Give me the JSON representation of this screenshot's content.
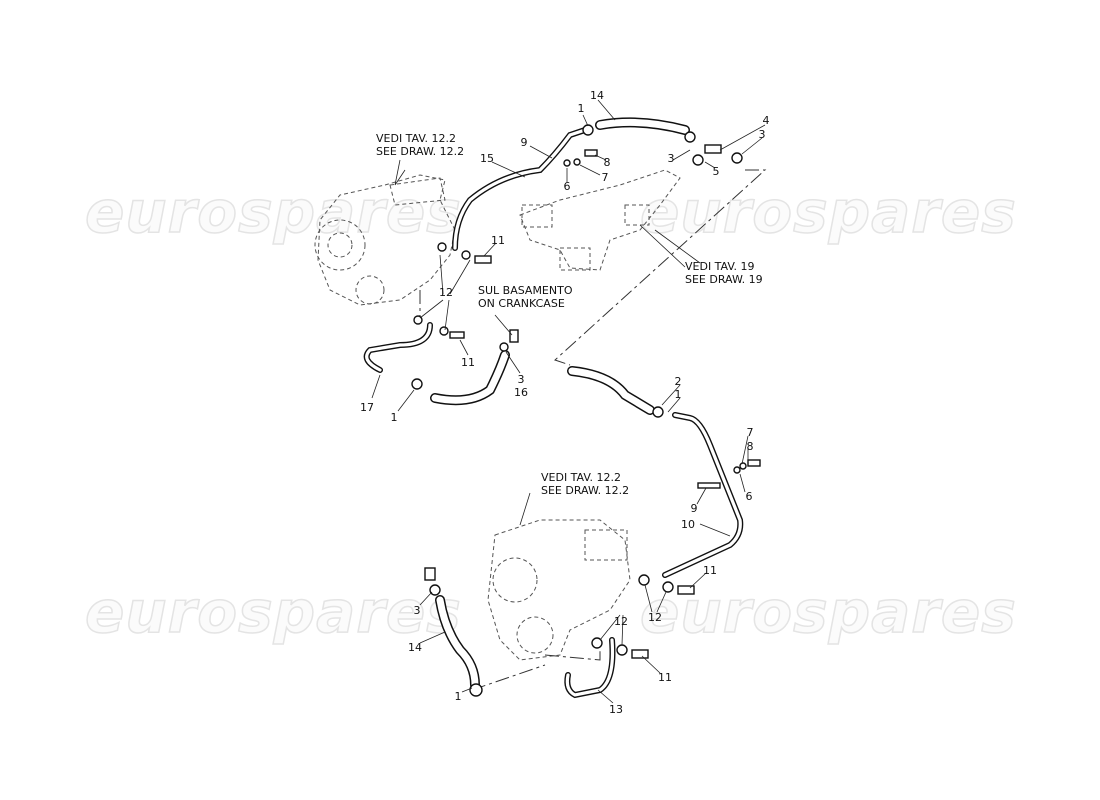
{
  "watermark": "eurospares",
  "notes": {
    "top_left": {
      "line1": "VEDI TAV. 12.2",
      "line2": "SEE DRAW. 12.2"
    },
    "top_right": {
      "line1": "VEDI TAV. 19",
      "line2": "SEE DRAW. 19"
    },
    "crankcase": {
      "line1": "SUL BASAMENTO",
      "line2": "ON CRANKCASE"
    },
    "bottom": {
      "line1": "VEDI TAV. 12.2",
      "line2": "SEE DRAW. 12.2"
    }
  },
  "callouts": [
    "14",
    "1",
    "4",
    "3",
    "9",
    "15",
    "8",
    "3",
    "5",
    "7",
    "6",
    "11",
    "12",
    "11",
    "3",
    "16",
    "17",
    "1",
    "2",
    "1",
    "7",
    "8",
    "6",
    "9",
    "10",
    "11",
    "12",
    "12",
    "11",
    "3",
    "14",
    "1",
    "13"
  ]
}
